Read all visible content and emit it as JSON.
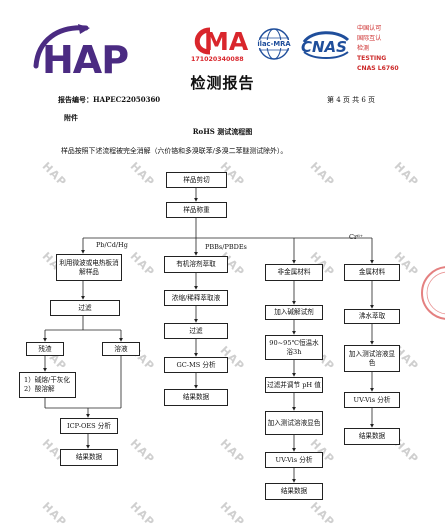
{
  "header": {
    "hap_logo": "HAP",
    "cma_logo": "MA",
    "cma_number": "171020340088",
    "ilac_logo": "ilac-MRA",
    "cnas_logo": "CNAS",
    "accreditation_lines": [
      "中国认可",
      "国际互认",
      "检测",
      "TESTING",
      "CNAS L6760"
    ]
  },
  "title": "检测报告",
  "report_number": "报告编号：HAPEC22050360",
  "page_info": "第 4 页 共 6 页",
  "appendix": "附件",
  "flow_title": "RoHS 测试流程图",
  "intro": "样品按照下述流程被完全消解（六价铬和多溴联苯/多溴二苯醚测试除外）。",
  "watermark": "HAP",
  "branch_labels": {
    "pb_cd_hg": "Pb/Cd/Hg",
    "pbbs": "PBBs/PBDEs",
    "cr6": "Cr⁶⁺"
  },
  "flow": {
    "cutting": "样品剪切",
    "weighing": "样品称重",
    "col1": {
      "digest": "利用微波或电热板消解样品",
      "filter": "过滤",
      "residue": "残渣",
      "solution": "溶液",
      "treatment": [
        "1）碱熔/干灰化",
        "2）酸溶解"
      ],
      "icp": "ICP-OES 分析",
      "result": "结果数据"
    },
    "col2": {
      "extract": "有机溶剂萃取",
      "concentrate": "浓缩/稀释萃取液",
      "filter": "过滤",
      "gcms": "GC-MS 分析",
      "result": "结果数据"
    },
    "col3": {
      "nonmetal": "非金属材料",
      "alkaline": "加入碱解试剂",
      "bath": "90~95℃恒温水浴3h",
      "cool_ph": "过滤并调节 pH 值",
      "color": "加入测试溶液显色",
      "uv": "UV-Vis 分析",
      "result": "结果数据"
    },
    "col4": {
      "metal": "金属材料",
      "boil": "沸水萃取",
      "color": "加入测试溶液显色",
      "uv": "UV-Vis 分析",
      "result": "结果数据"
    }
  },
  "colors": {
    "hap_purple": "#4b2b82",
    "cma_red": "#d9262c",
    "cnas_blue": "#1f4e9b",
    "accreditation_red": "#cc2a2a"
  }
}
